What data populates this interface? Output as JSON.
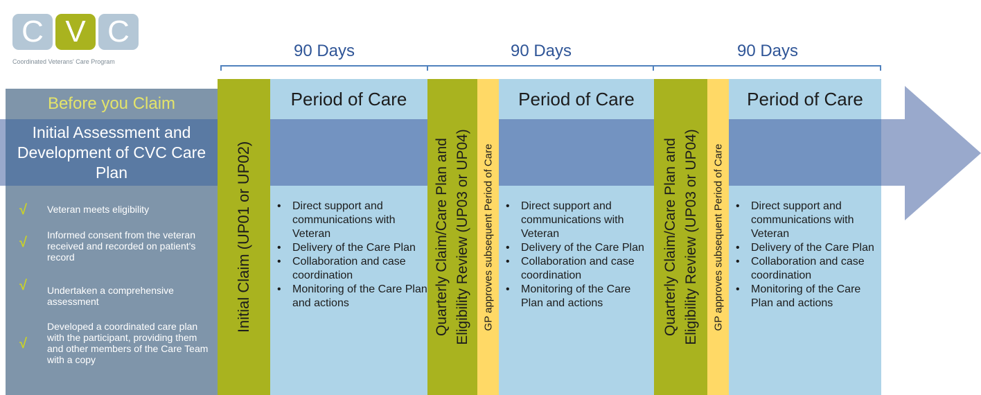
{
  "logo": {
    "letters": [
      "C",
      "V",
      "C"
    ],
    "tagline": "Coordinated Veterans' Care Program",
    "colors": {
      "blue": "#b4c7d6",
      "green": "#a9b31f"
    }
  },
  "timeline": {
    "spans": [
      {
        "label": "90 Days"
      },
      {
        "label": "90 Days"
      },
      {
        "label": "90 Days"
      }
    ]
  },
  "before": {
    "title": "Before you Claim",
    "heading": "Initial Assessment and Development of CVC Care Plan",
    "check_icon": "check-icon",
    "items": [
      "Veteran meets eligibility",
      "Informed consent from the veteran received and recorded on patient's record",
      "Undertaken a comprehensive assessment",
      "Developed a coordinated care plan with the participant, providing them and other members of the Care Team with a copy"
    ]
  },
  "initial_claim": "Initial Claim (UP01 or UP02)",
  "quarterly": [
    {
      "line1": "Quarterly Claim/Care Plan and",
      "line2": "Eligibility Review (UP03 or UP04)",
      "gp": "GP approves subsequent Period of Care"
    },
    {
      "line1": "Quarterly Claim/Care Plan and",
      "line2": "Eligibility Review (UP03 or UP04)",
      "gp": "GP approves subsequent Period of Care"
    }
  ],
  "periods": [
    {
      "title": "Period of Care",
      "items": [
        "Direct support and communications with Veteran",
        "Delivery of the Care Plan",
        "Collaboration and case coordination",
        "Monitoring of the Care Plan and actions"
      ]
    },
    {
      "title": "Period of Care",
      "items": [
        "Direct support and communications with Veteran",
        "Delivery of the Care Plan",
        "Collaboration and case coordination",
        "Monitoring of the Care Plan and actions"
      ]
    },
    {
      "title": "Period of Care",
      "items": [
        "Direct support and communications with Veteran",
        "Delivery of the Care Plan",
        "Collaboration and case coordination",
        "Monitoring of the Care Plan and actions"
      ]
    }
  ],
  "colors": {
    "green": "#a9b31f",
    "yellow": "#ffd966",
    "light_blue": "#aed4e8",
    "mid_blue": "#7393c1",
    "arrow": "#99a9cc",
    "panel": "#7f95aa",
    "title_yellow": "#e4e46a"
  }
}
